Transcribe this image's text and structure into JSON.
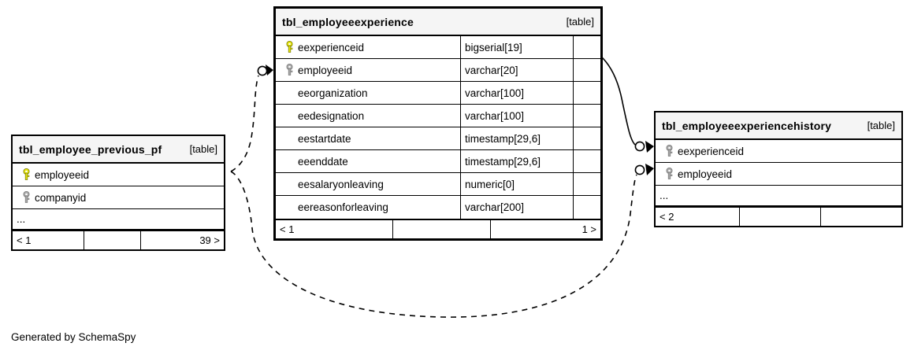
{
  "diagram": {
    "caption": "Generated by SchemaSpy",
    "table_tag": "[table]",
    "ellipsis": "...",
    "colors": {
      "primary_key": "#e8e80d",
      "foreign_key": "#aaaaaa",
      "header_bg": "#f5f5f5",
      "border": "#000000",
      "background": "#ffffff"
    }
  },
  "tables": {
    "employee_previous_pf": {
      "name": "tbl_employee_previous_pf",
      "tag": "[table]",
      "columns": [
        {
          "name": "employeeid",
          "key": "primary-key-icon",
          "type": ""
        },
        {
          "name": "companyid",
          "key": "foreign-key-icon",
          "type": ""
        }
      ],
      "has_ellipsis": true,
      "footer": {
        "left": "< 1",
        "middle": "",
        "right": "39 >"
      }
    },
    "employeeexperience": {
      "name": "tbl_employeeexperience",
      "tag": "[table]",
      "columns": [
        {
          "name": "eexperienceid",
          "key": "primary-key-icon",
          "type": "bigserial[19]"
        },
        {
          "name": "employeeid",
          "key": "foreign-key-icon",
          "type": "varchar[20]"
        },
        {
          "name": "eeorganization",
          "key": "",
          "type": "varchar[100]"
        },
        {
          "name": "eedesignation",
          "key": "",
          "type": "varchar[100]"
        },
        {
          "name": "eestartdate",
          "key": "",
          "type": "timestamp[29,6]"
        },
        {
          "name": "eeenddate",
          "key": "",
          "type": "timestamp[29,6]"
        },
        {
          "name": "eesalaryonleaving",
          "key": "",
          "type": "numeric[0]"
        },
        {
          "name": "eereasonforleaving",
          "key": "",
          "type": "varchar[200]"
        }
      ],
      "has_ellipsis": false,
      "footer": {
        "left": "< 1",
        "middle": "",
        "right": "1 >"
      }
    },
    "employeeexperiencehistory": {
      "name": "tbl_employeeexperiencehistory",
      "tag": "[table]",
      "columns": [
        {
          "name": "eexperienceid",
          "key": "foreign-key-icon",
          "type": ""
        },
        {
          "name": "employeeid",
          "key": "foreign-key-icon",
          "type": ""
        }
      ],
      "has_ellipsis": true,
      "footer": {
        "left": "< 2",
        "middle": "",
        "right": ""
      }
    }
  },
  "relationships": [
    {
      "name": "previous-pf-to-experience",
      "from": "tbl_employee_previous_pf.employeeid",
      "to": "tbl_employeeexperience.employeeid",
      "style": "dashed",
      "optional": true
    },
    {
      "name": "experience-to-history-experienceid",
      "from": "tbl_employeeexperience.eexperienceid",
      "to": "tbl_employeeexperiencehistory.eexperienceid",
      "style": "solid",
      "optional": true
    },
    {
      "name": "previous-pf-to-history-employeeid",
      "from": "tbl_employee_previous_pf.employeeid",
      "to": "tbl_employeeexperiencehistory.employeeid",
      "style": "dashed",
      "optional": true
    }
  ]
}
